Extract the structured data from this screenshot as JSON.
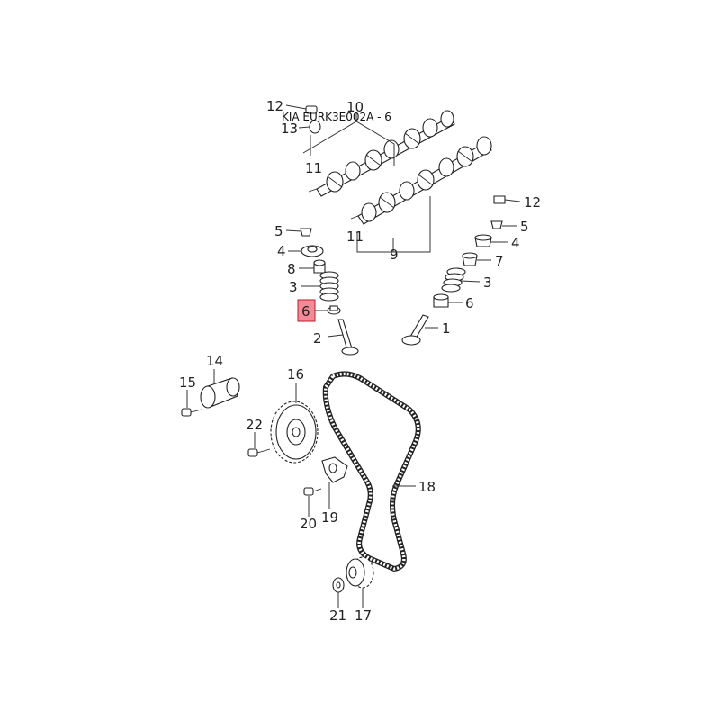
{
  "caption": "KIA EURK3E002A - 6",
  "highlight": {
    "part": "6",
    "color": "#f28b95",
    "border": "#c0182a"
  },
  "labels": {
    "left": {
      "p12": "12",
      "p13": "13",
      "p10": "10",
      "p11": "11",
      "p5": "5",
      "p4": "4",
      "p8": "8",
      "p3": "3",
      "p6": "6",
      "p2": "2"
    },
    "right": {
      "p11": "11",
      "p9": "9",
      "p12": "12",
      "p5": "5",
      "p4": "4",
      "p7": "7",
      "p3": "3",
      "p6": "6",
      "p1": "1"
    },
    "lower": {
      "p14": "14",
      "p15": "15",
      "p16": "16",
      "p22": "22",
      "p18": "18",
      "p20": "20",
      "p19": "19",
      "p21": "21",
      "p17": "17"
    }
  }
}
